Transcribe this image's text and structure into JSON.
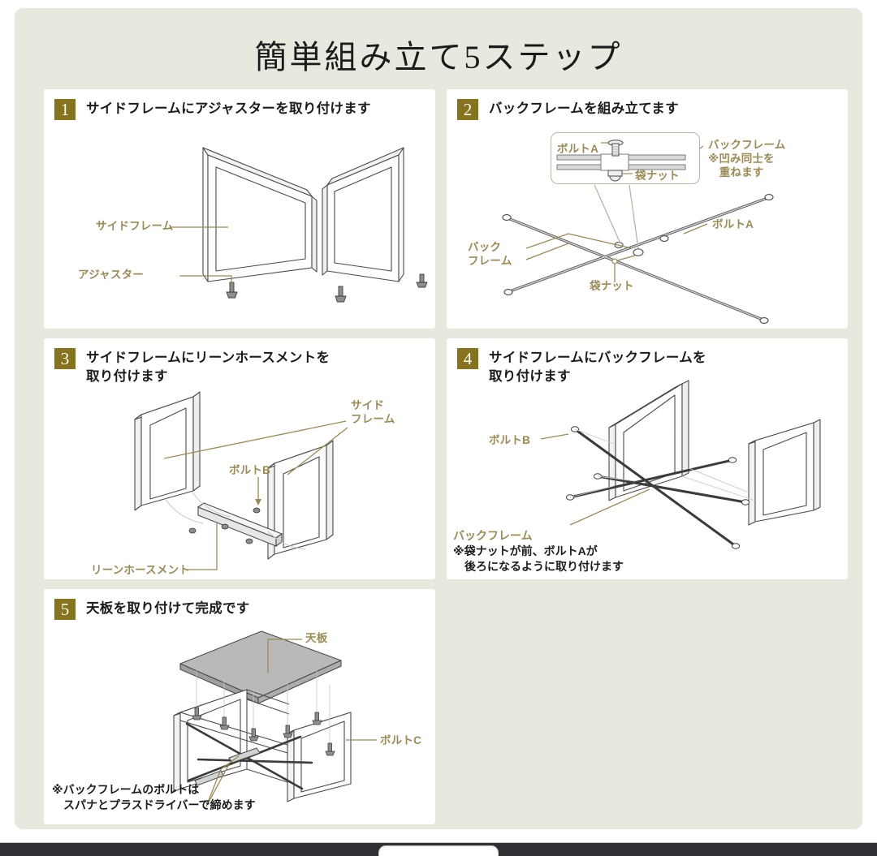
{
  "page": {
    "title": "簡単組み立て5ステップ",
    "background_color": "#e8e8df",
    "panel_color": "#ffffff",
    "badge_color": "#85731d",
    "label_color": "#9a8b55",
    "text_color": "#1b1b1b"
  },
  "steps": [
    {
      "number": "1",
      "title": "サイドフレームにアジャスターを取り付けます",
      "labels": [
        {
          "id": "side-frame",
          "text": "サイドフレーム"
        },
        {
          "id": "adjuster",
          "text": "アジャスター"
        }
      ]
    },
    {
      "number": "2",
      "title": "バックフレームを組み立てます",
      "labels": [
        {
          "id": "bolt-a-detail",
          "text": "ボルトA"
        },
        {
          "id": "cap-nut-detail",
          "text": "袋ナット"
        },
        {
          "id": "back-frame-note",
          "text": "バックフレーム\n※凹み同士を\n　重ねます"
        },
        {
          "id": "back-frame",
          "text": "バック\nフレーム"
        },
        {
          "id": "bolt-a",
          "text": "ボルトA"
        },
        {
          "id": "cap-nut",
          "text": "袋ナット"
        }
      ]
    },
    {
      "number": "3",
      "title": "サイドフレームにリーンホースメントを\n取り付けます",
      "labels": [
        {
          "id": "side-frame",
          "text": "サイド\nフレーム"
        },
        {
          "id": "bolt-b",
          "text": "ボルトB"
        },
        {
          "id": "reinforcement",
          "text": "リーンホースメント"
        }
      ]
    },
    {
      "number": "4",
      "title": "サイドフレームにバックフレームを\n取り付けます",
      "labels": [
        {
          "id": "bolt-b",
          "text": "ボルトB"
        },
        {
          "id": "back-frame",
          "text": "バックフレーム"
        }
      ],
      "note": "※袋ナットが前、ボルトAが\n　後ろになるように取り付けます"
    },
    {
      "number": "5",
      "title": "天板を取り付けて完成です",
      "labels": [
        {
          "id": "table-top",
          "text": "天板"
        },
        {
          "id": "bolt-c",
          "text": "ボルトC"
        }
      ],
      "note": "※バックフレームのボルトは\n　スパナとプラスドライバーで締めます"
    }
  ]
}
